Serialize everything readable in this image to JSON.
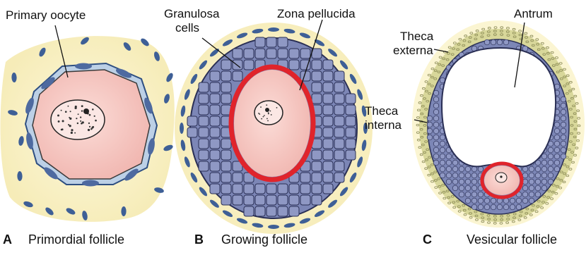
{
  "panels": [
    {
      "letter": "A",
      "caption": "Primordial follicle",
      "labels": {
        "oocyte": "Primary oocyte"
      }
    },
    {
      "letter": "B",
      "caption": "Growing follicle",
      "labels": {
        "granulosa_line1": "Granulosa",
        "granulosa_line2": "cells",
        "zona": "Zona pellucida"
      }
    },
    {
      "letter": "C",
      "caption": "Vesicular follicle",
      "labels": {
        "antrum": "Antrum",
        "theca_externa_line1": "Theca",
        "theca_externa_line2": "externa",
        "theca_interna_line1": "Theca",
        "theca_interna_line2": "interna"
      }
    }
  ],
  "colors": {
    "stroma": "#fbf5d2",
    "oocyte": "#f6c9c4",
    "granulosa": "#7c86b6",
    "zona": "#e0242b",
    "flat_cells": "#4e6aa0",
    "theca": "#d8d79a"
  }
}
